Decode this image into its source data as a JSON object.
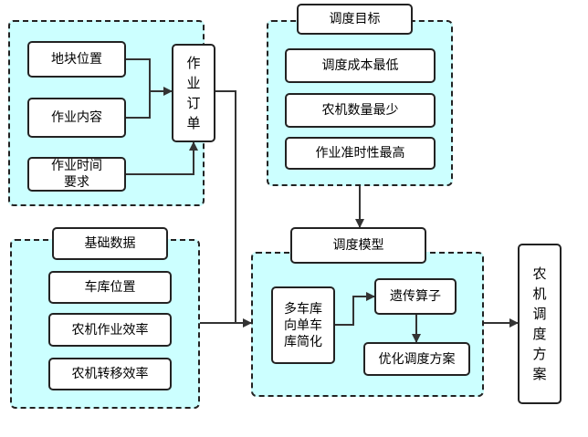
{
  "order_group": {
    "plot_position": "地块位置",
    "job_content": "作业内容",
    "job_time": "作业时间\n要求",
    "job_order": "作\n业\n订\n单"
  },
  "goal_group": {
    "title": "调度目标",
    "items": [
      "调度成本最低",
      "农机数量最少",
      "作业准时性最高"
    ]
  },
  "base_group": {
    "title": "基础数据",
    "items": [
      "车库位置",
      "农机作业效率",
      "农机转移效率"
    ]
  },
  "model_group": {
    "title": "调度模型",
    "simplify": "多车库\n向单车\n库简化",
    "ga": "遗传算子",
    "optimize": "优化调度方案"
  },
  "output": "农\n机\n调\n度\n方\n案"
}
